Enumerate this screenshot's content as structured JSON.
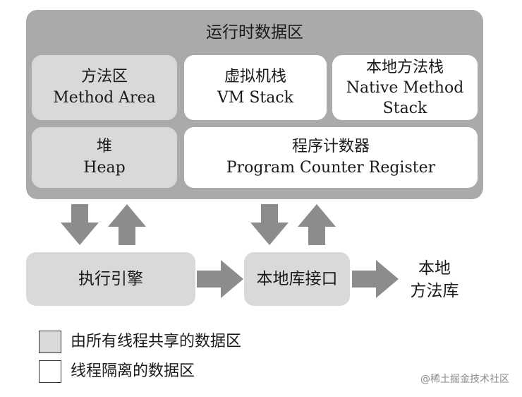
{
  "runtime": {
    "title": "运行时数据区"
  },
  "areas": {
    "method_area": {
      "zh": "方法区",
      "en": "Method Area"
    },
    "vm_stack": {
      "zh": "虚拟机栈",
      "en": "VM Stack"
    },
    "native_method_stack": {
      "zh": "本地方法栈",
      "en1": "Native Method",
      "en2": "Stack"
    },
    "heap": {
      "zh": "堆",
      "en": "Heap"
    },
    "pc_register": {
      "zh": "程序计数器",
      "en": "Program Counter Register"
    }
  },
  "bottom": {
    "execution_engine": "执行引擎",
    "native_interface": "本地库接口",
    "native_library_line1": "本地",
    "native_library_line2": "方法库"
  },
  "legend": {
    "shared": "由所有线程共享的数据区",
    "isolated": "线程隔离的数据区"
  },
  "watermark": "@稀土掘金技术社区",
  "colors": {
    "container": "#aaaaaa",
    "shared": "#d9d9d9",
    "private": "#ffffff",
    "arrow": "#8c8c8c"
  }
}
